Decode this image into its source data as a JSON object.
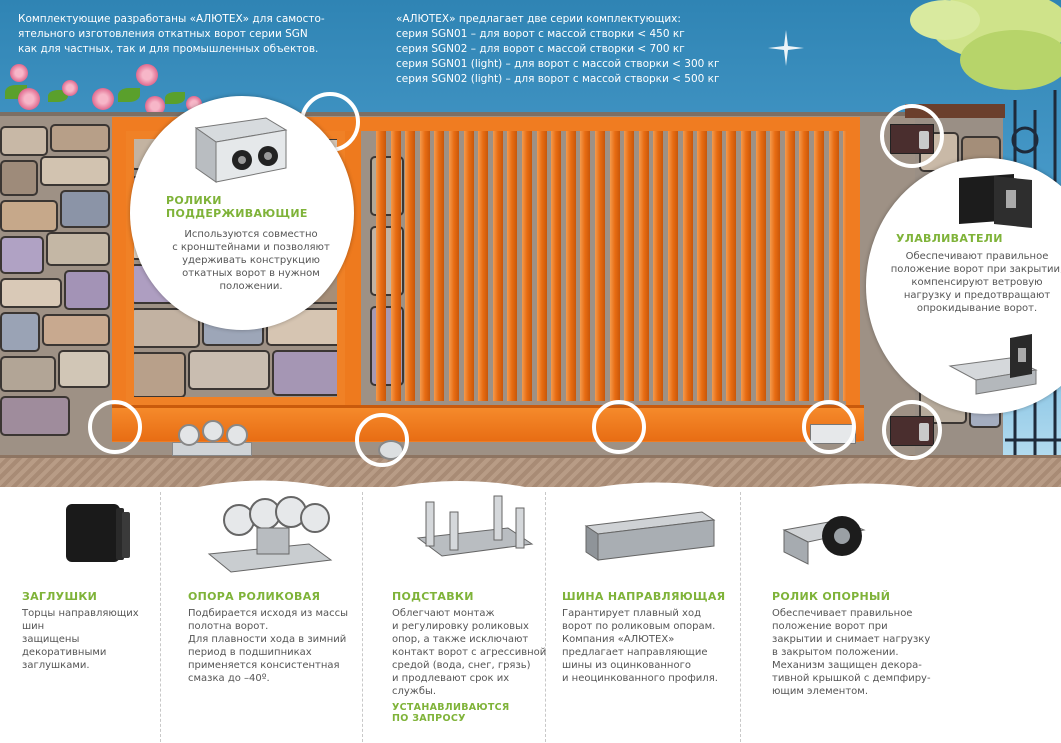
{
  "intro_text": [
    "Комплектующие разработаны «АЛЮТЕХ» для самосто-",
    "ятельного изготовления откатных ворот серии SGN",
    "как для частных, так и для промышленных объектов."
  ],
  "series_text": [
    "«АЛЮТЕХ»  предлагает две серии комплектующих:",
    "серия SGN01 – для ворот с массой створки < 450 кг",
    "серия SGN02 – для ворот с массой створки < 700 кг",
    "серия SGN01 (light) – для ворот с массой створки < 300 кг",
    "серия SGN02 (light) – для ворот с массой створки < 500 кг"
  ],
  "rollers": {
    "title_line1": "РОЛИКИ",
    "title_line2": "ПОДДЕРЖИВАЮЩИЕ",
    "desc": [
      "Используются совместно",
      "с кронштейнами и позволяют",
      "удерживать конструкцию",
      "откатных ворот в нужном",
      "положении."
    ]
  },
  "catchers": {
    "title": "УЛАВЛИВАТЕЛИ",
    "desc": [
      "Обеспечивают правильное",
      "положение ворот при закрытии,",
      "компенсируют ветровую",
      "нагрузку и предотвращают",
      "опрокидывание ворот."
    ]
  },
  "products": [
    {
      "title": "ЗАГЛУШКИ",
      "desc": [
        "Торцы направляющих шин",
        "защищены декоративными",
        "заглушками."
      ]
    },
    {
      "title": "ОПОРА РОЛИКОВАЯ",
      "desc": [
        "Подбирается исходя из массы",
        "полотна ворот.",
        "Для плавности хода в зимний",
        "период в подшипниках",
        "применяется консистентная",
        "смазка до –40º."
      ]
    },
    {
      "title": "ПОДСТАВКИ",
      "desc": [
        "Облегчают монтаж",
        "и регулировку роликовых",
        "опор, а также исключают",
        "контакт ворот с агрессивной",
        "средой (вода, снег, грязь)",
        "и продлевают срок их",
        "службы."
      ],
      "note": [
        "УСТАНАВЛИВАЮТСЯ",
        "ПО ЗАПРОСУ"
      ]
    },
    {
      "title": "ШИНА НАПРАВЛЯЮЩАЯ",
      "desc": [
        "Гарантирует плавный ход",
        "ворот по роликовым опорам.",
        "Компания «АЛЮТЕХ»",
        "предлагает направляющие",
        "шины из оцинкованного",
        "и неоцинкованного профиля."
      ]
    },
    {
      "title": "РОЛИК ОПОРНЫЙ",
      "desc": [
        "Обеспечивает правильное",
        "положение ворот при",
        "закрытии и снимает нагрузку",
        "в закрытом положении.",
        "Механизм защищен декора-",
        "тивной крышкой с демпфиру-",
        "ющим элементом."
      ]
    }
  ],
  "colors": {
    "accent_green": "#7fb339",
    "gate_orange": "#f07c21",
    "sky_blue": "#3a8fc0"
  }
}
